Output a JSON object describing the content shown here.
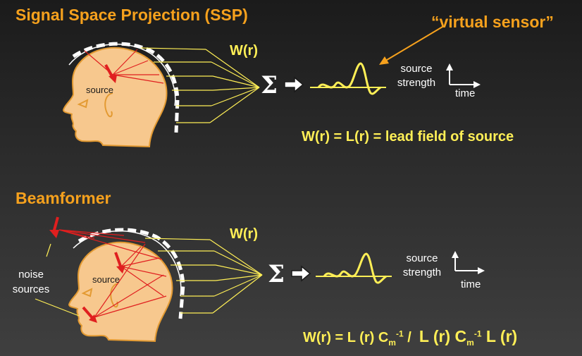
{
  "ssp": {
    "title": "Signal Space Projection (SSP)",
    "virtual_sensor": "“virtual sensor”",
    "weight": "W(r)",
    "source_label": "source",
    "sigma": "Σ",
    "strength_line1": "source",
    "strength_line2": "strength",
    "time": "time",
    "formula": "W(r) = L(r) = lead field of source"
  },
  "beamformer": {
    "title": "Beamformer",
    "weight": "W(r)",
    "noise_line1": "noise",
    "noise_line2": "sources",
    "source_label": "source",
    "sigma": "Σ",
    "strength_line1": "source",
    "strength_line2": "strength",
    "time": "time",
    "formula": {
      "part1": "W(r) = L (r) C",
      "sub1": "m",
      "sup1": "-1",
      "part2": " /  ",
      "part3": "L (r) C",
      "sub2": "m",
      "sup2": "-1",
      "part4": " L (r)"
    }
  },
  "colors": {
    "orange": "#f6a11d",
    "yellow": "#ffef56",
    "head_fill": "#f7c88e",
    "head_stroke": "#e39a32",
    "arrow_red": "#e01f1f"
  }
}
